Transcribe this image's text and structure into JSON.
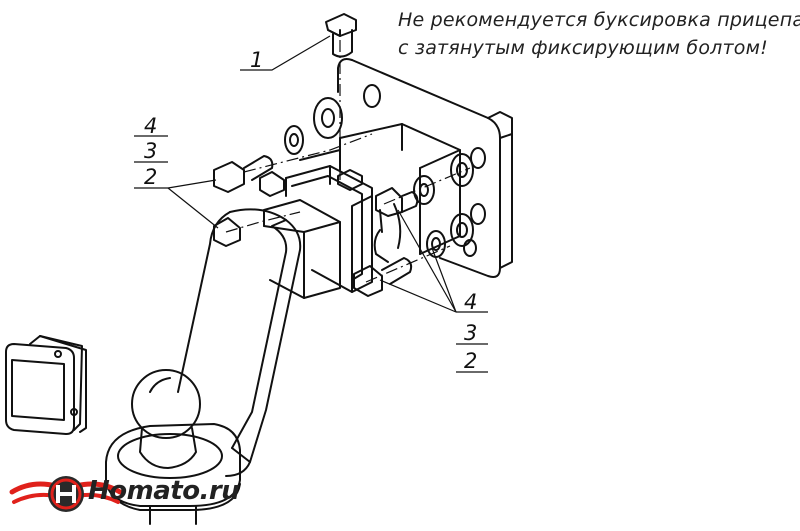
{
  "note": {
    "line1": "Не рекомендуется буксировка прицепа",
    "line2": "с затянутым фиксирующим болтом!"
  },
  "callouts": {
    "top_single": "1",
    "left_stack": [
      "4",
      "3",
      "2"
    ],
    "right_stack": [
      "4",
      "3",
      "2"
    ]
  },
  "logo": {
    "text": "Homato.ru",
    "icon": "winged-h-logo-icon",
    "colors": {
      "red": "#e0211b",
      "dark": "#2a2a2a"
    }
  }
}
